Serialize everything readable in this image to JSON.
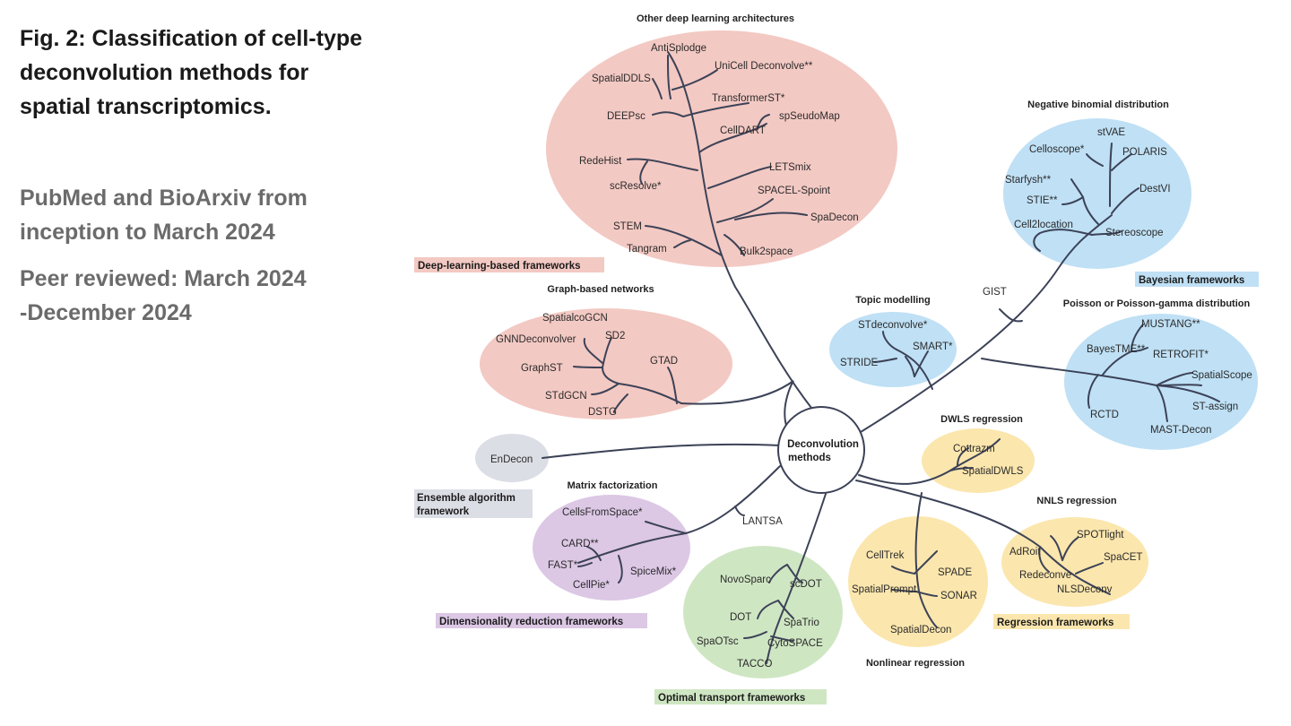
{
  "figure": {
    "title_lines": [
      "Fig. 2: Classification of cell-type",
      "deconvolution methods for",
      "spatial transcriptomics."
    ],
    "source_lines": [
      "PubMed and BioArxiv from",
      "inception to March 2024"
    ],
    "review_lines": [
      "Peer reviewed: March 2024",
      "-December 2024"
    ]
  },
  "center": {
    "line1": "Deconvolution",
    "line2": "methods"
  },
  "frameworks": {
    "deep_learning": "Deep-learning-based frameworks",
    "bayesian": "Bayesian frameworks",
    "ensemble_line1": "Ensemble algorithm",
    "ensemble_line2": "framework",
    "dimensionality": "Dimensionality reduction frameworks",
    "optimal_transport": "Optimal transport frameworks",
    "regression": "Regression frameworks"
  },
  "groups": {
    "other_dl": "Other deep learning architectures",
    "graph": "Graph-based networks",
    "neg_binomial": "Negative binomial distribution",
    "topic": "Topic modelling",
    "poisson": "Poisson or Poisson-gamma distribution",
    "dwls": "DWLS regression",
    "matrix": "Matrix factorization",
    "nnls": "NNLS regression",
    "nonlinear": "Nonlinear regression"
  },
  "methods": {
    "other_dl": [
      "AntiSplodge",
      "UniCell Deconvolve**",
      "SpatialDDLS",
      "TransformerST*",
      "DEEPsc",
      "spSeudoMap",
      "CellDART",
      "RedeHist",
      "LETSmix",
      "scResolve*",
      "SPACEL-Spoint",
      "SpaDecon",
      "STEM",
      "Tangram",
      "Bulk2space"
    ],
    "graph": [
      "SpatialcoGCN",
      "GNNDeconvolver",
      "SD2",
      "GraphST",
      "GTAD",
      "STdGCN",
      "DSTG"
    ],
    "ensemble": [
      "EnDecon"
    ],
    "neg_binomial": [
      "stVAE",
      "Celloscope*",
      "POLARIS",
      "Starfysh**",
      "DestVI",
      "STIE**",
      "Cell2location",
      "Stereoscope"
    ],
    "gist": [
      "GIST"
    ],
    "topic": [
      "STdeconvolve*",
      "SMART*",
      "STRIDE"
    ],
    "poisson": [
      "MUSTANG**",
      "BayesTME**",
      "RETROFIT*",
      "SpatialScope",
      "ST-assign",
      "RCTD",
      "MAST-Decon"
    ],
    "dwls": [
      "Cottrazm",
      "SpatialDWLS"
    ],
    "matrix": [
      "CellsFromSpace*",
      "CARD**",
      "FAST*",
      "SpiceMix*",
      "CellPie*"
    ],
    "lantsa": [
      "LANTSA"
    ],
    "optimal_transport": [
      "NovoSparc",
      "scDOT",
      "DOT",
      "SpaTrio",
      "SpaOTsc",
      "CytoSPACE",
      "TACCO"
    ],
    "nonlinear": [
      "CellTrek",
      "SPADE",
      "SpatialPrompt",
      "SONAR",
      "SpatialDecon"
    ],
    "nnls": [
      "SPOTlight",
      "AdRoit",
      "SpaCET",
      "Redeconve",
      "NLSDeconv"
    ]
  },
  "colors": {
    "deep_learning": "#f3c9c3",
    "bayesian": "#bfe0f5",
    "ensemble": "#dcdee6",
    "dimensionality": "#dcc7e5",
    "optimal_transport": "#cfe6c3",
    "regression": "#fbe6ad",
    "branch": "#3c4257"
  }
}
